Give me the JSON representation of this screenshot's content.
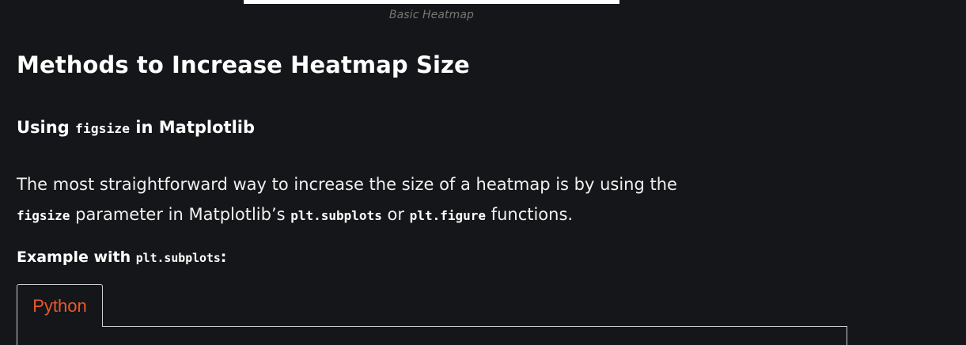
{
  "figure": {
    "caption": "Basic Heatmap"
  },
  "section": {
    "title": "Methods to Increase Heatmap Size"
  },
  "subsection": {
    "prefix": "Using ",
    "code": "figsize",
    "suffix": " in Matplotlib"
  },
  "paragraph": {
    "part1": "The most straightforward way to increase the size of a heatmap is by using the ",
    "code1": "figsize",
    "part2": " parameter in Matplotlib’s ",
    "code2": "plt.subplots",
    "part3": " or ",
    "code3": "plt.figure",
    "part4": " functions."
  },
  "example": {
    "prefix": "Example with ",
    "code": "plt.subplots",
    "suffix": ":"
  },
  "code_tabs": [
    {
      "label": "Python"
    }
  ],
  "colors": {
    "background": "#151619",
    "tab_text": "#e85a2c",
    "border": "#cfcfcf"
  }
}
